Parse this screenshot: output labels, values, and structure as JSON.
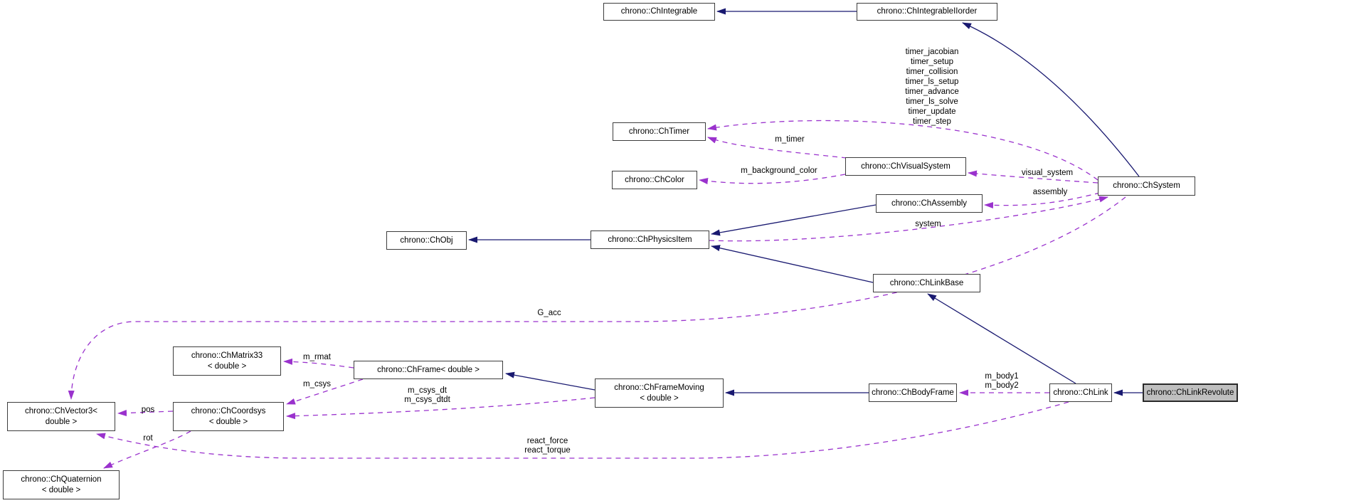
{
  "nodes": {
    "integrable": {
      "lines": [
        "chrono::ChIntegrable"
      ]
    },
    "iiorder": {
      "lines": [
        "chrono::ChIntegrableIIorder"
      ]
    },
    "timer": {
      "lines": [
        "chrono::ChTimer"
      ]
    },
    "color": {
      "lines": [
        "chrono::ChColor"
      ]
    },
    "visual": {
      "lines": [
        "chrono::ChVisualSystem"
      ]
    },
    "system": {
      "lines": [
        "chrono::ChSystem"
      ]
    },
    "assembly": {
      "lines": [
        "chrono::ChAssembly"
      ]
    },
    "obj": {
      "lines": [
        "chrono::ChObj"
      ]
    },
    "physics": {
      "lines": [
        "chrono::ChPhysicsItem"
      ]
    },
    "linkbase": {
      "lines": [
        "chrono::ChLinkBase"
      ]
    },
    "matrix33": {
      "lines": [
        "chrono::ChMatrix33",
        "< double >"
      ]
    },
    "frame": {
      "lines": [
        "chrono::ChFrame< double >"
      ]
    },
    "framemoving": {
      "lines": [
        "chrono::ChFrameMoving",
        "< double >"
      ]
    },
    "bodyframe": {
      "lines": [
        "chrono::ChBodyFrame"
      ]
    },
    "link": {
      "lines": [
        "chrono::ChLink"
      ]
    },
    "linkrevolute": {
      "lines": [
        "chrono::ChLinkRevolute"
      ]
    },
    "vector3": {
      "lines": [
        "chrono::ChVector3<",
        "double >"
      ]
    },
    "coordsys": {
      "lines": [
        "chrono::ChCoordsys",
        "< double >"
      ]
    },
    "quaternion": {
      "lines": [
        "chrono::ChQuaternion",
        "< double >"
      ]
    }
  },
  "edge_labels": {
    "timers": [
      "timer_jacobian",
      "timer_setup",
      "timer_collision",
      "timer_ls_setup",
      "timer_advance",
      "timer_ls_solve",
      "timer_update",
      "timer_step"
    ],
    "m_timer": "m_timer",
    "m_background_color": "m_background_color",
    "visual_system": "visual_system",
    "assembly": "assembly",
    "system": "system",
    "g_acc": "G_acc",
    "m_rmat": "m_rmat",
    "m_csys": "m_csys",
    "m_csys_derivs": [
      "m_csys_dt",
      "m_csys_dtdt"
    ],
    "m_bodies": [
      "m_body1",
      "m_body2"
    ],
    "pos": "pos",
    "rot": "rot",
    "react": [
      "react_force",
      "react_torque"
    ]
  },
  "colors": {
    "inheritance_edge": "#191970",
    "usage_edge": "#9a32cd",
    "node_border": "#3d3d3d",
    "node_fill": "#ffffff",
    "focus_node_fill": "#bfbfbf",
    "text": "#000000"
  }
}
